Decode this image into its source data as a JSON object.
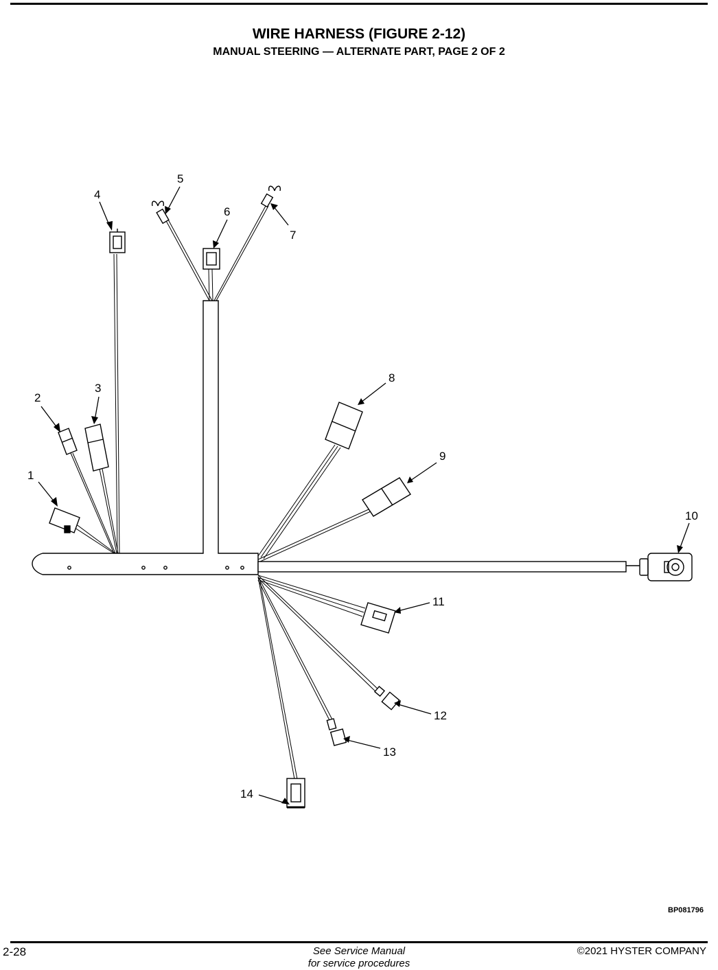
{
  "header": {
    "title": "WIRE HARNESS (FIGURE 2-12)",
    "subtitle": "MANUAL STEERING — ALTERNATE PART, PAGE 2 OF 2"
  },
  "diagram": {
    "callouts": [
      "1",
      "2",
      "3",
      "4",
      "5",
      "6",
      "7",
      "8",
      "9",
      "10",
      "11",
      "12",
      "13",
      "14"
    ],
    "figure_id": "BP081796"
  },
  "footer": {
    "page_number": "2-28",
    "note_line1": "See Service Manual",
    "note_line2": "for service procedures",
    "copyright": "©2021 HYSTER COMPANY"
  }
}
